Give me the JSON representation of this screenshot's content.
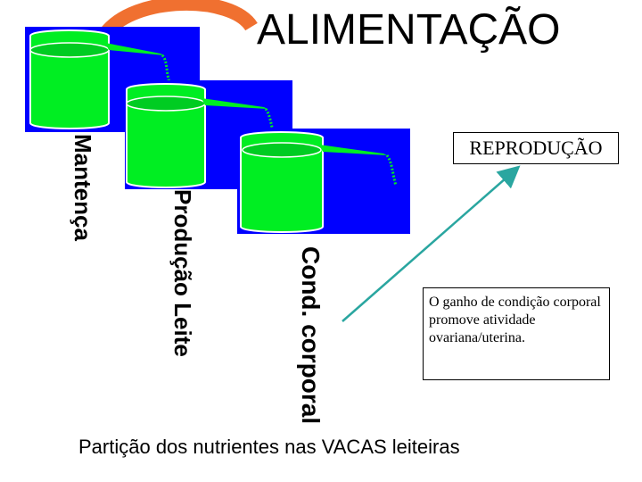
{
  "title": "ALIMENTAÇÃO",
  "reproduction_label": "REPRODUÇÃO",
  "note": "O ganho de condição corporal promove atividade ovariana/uterina.",
  "containers": [
    {
      "label": "Mantença"
    },
    {
      "label": "Produção Leite"
    },
    {
      "label": "Cond. corporal"
    }
  ],
  "caption": "Partição dos nutrientes nas VACAS leiteiras",
  "colors": {
    "panel": "#0000ff",
    "liquid": "#00ee22",
    "arrow_orange": "#f07030",
    "arrow_teal": "#2aa6a0"
  }
}
